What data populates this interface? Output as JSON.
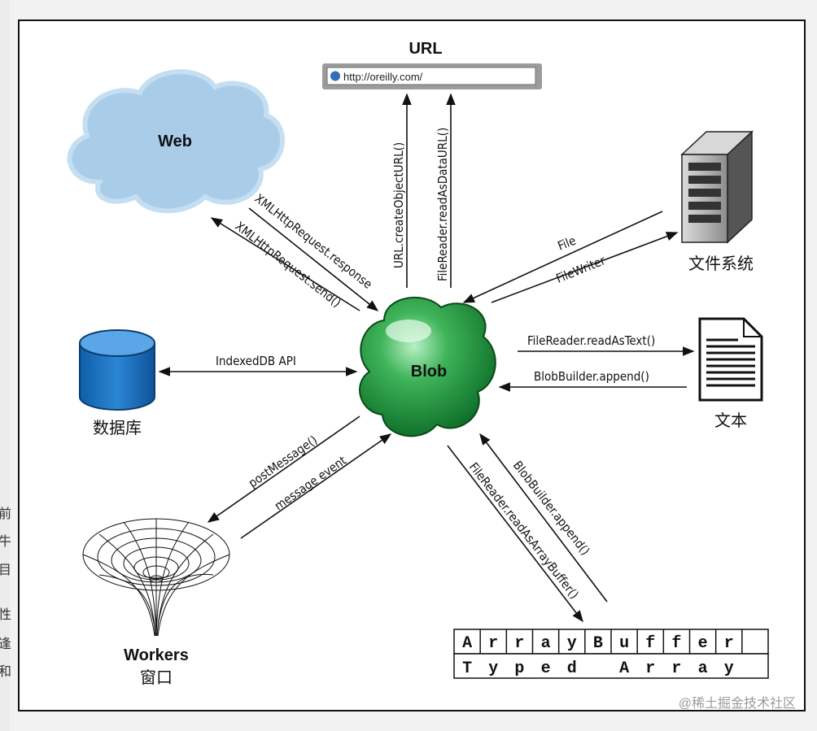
{
  "nodes": {
    "url": {
      "title": "URL",
      "address": "http://oreilly.com/"
    },
    "web": {
      "label": "Web"
    },
    "file_system": {
      "label": "文件系统"
    },
    "text": {
      "label": "文本"
    },
    "database": {
      "label": "数据库"
    },
    "blob": {
      "label": "Blob"
    },
    "workers": {
      "label": "Workers",
      "sublabel": "窗口"
    }
  },
  "edges": {
    "create_object_url": "URL.createObjectURL()",
    "read_as_data_url": "FileReader.readAsDataURL()",
    "xhr_response": "XMLHttpRequest.response",
    "xhr_send": "XMLHttpRequest.send()",
    "file": "File",
    "file_writer": "FileWriter",
    "read_as_text": "FileReader.readAsText()",
    "blob_builder_append_text": "BlobBuilder.append()",
    "indexeddb": "IndexedDB API",
    "post_message": "postMessage()",
    "message_event": "message event",
    "blob_builder_append_buffer": "BlobBuilder.append()",
    "read_as_array_buffer": "FileReader.readAsArrayBuffer()"
  },
  "array_table": {
    "row1": [
      "A",
      "r",
      "r",
      "a",
      "y",
      "B",
      "u",
      "f",
      "f",
      "e",
      "r",
      ""
    ],
    "row2": [
      "T",
      "y",
      "p",
      "e",
      "d",
      "",
      "A",
      "r",
      "r",
      "a",
      "y",
      ""
    ]
  },
  "left_strip": [
    "前",
    "牛",
    "目",
    "性",
    "逢",
    "和"
  ],
  "watermark": "@稀土掘金技术社区"
}
